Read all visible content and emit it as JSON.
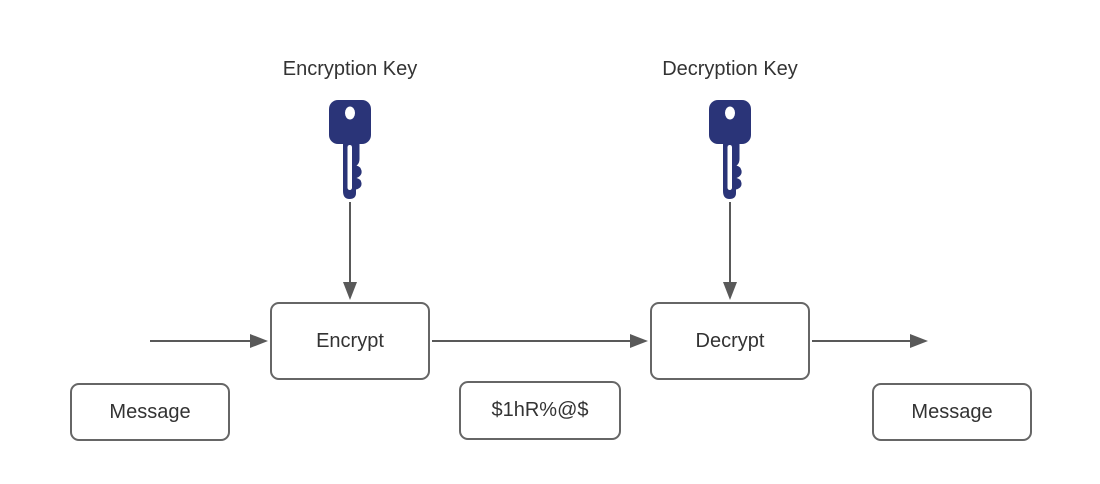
{
  "diagram": {
    "type": "symmetric-encryption-flow",
    "labels": {
      "encryption_key": "Encryption Key",
      "decryption_key": "Decryption Key"
    },
    "nodes": {
      "encrypt": "Encrypt",
      "decrypt": "Decrypt",
      "message_input": "Message",
      "ciphertext": "$1hR%@$",
      "message_output": "Message"
    },
    "icons": {
      "encryption_key": "key-icon",
      "decryption_key": "key-icon"
    },
    "colors": {
      "key_fill": "#2a3478",
      "arrow": "#595959",
      "box_border": "#666666",
      "text": "#333333",
      "background": "#ffffff"
    }
  }
}
